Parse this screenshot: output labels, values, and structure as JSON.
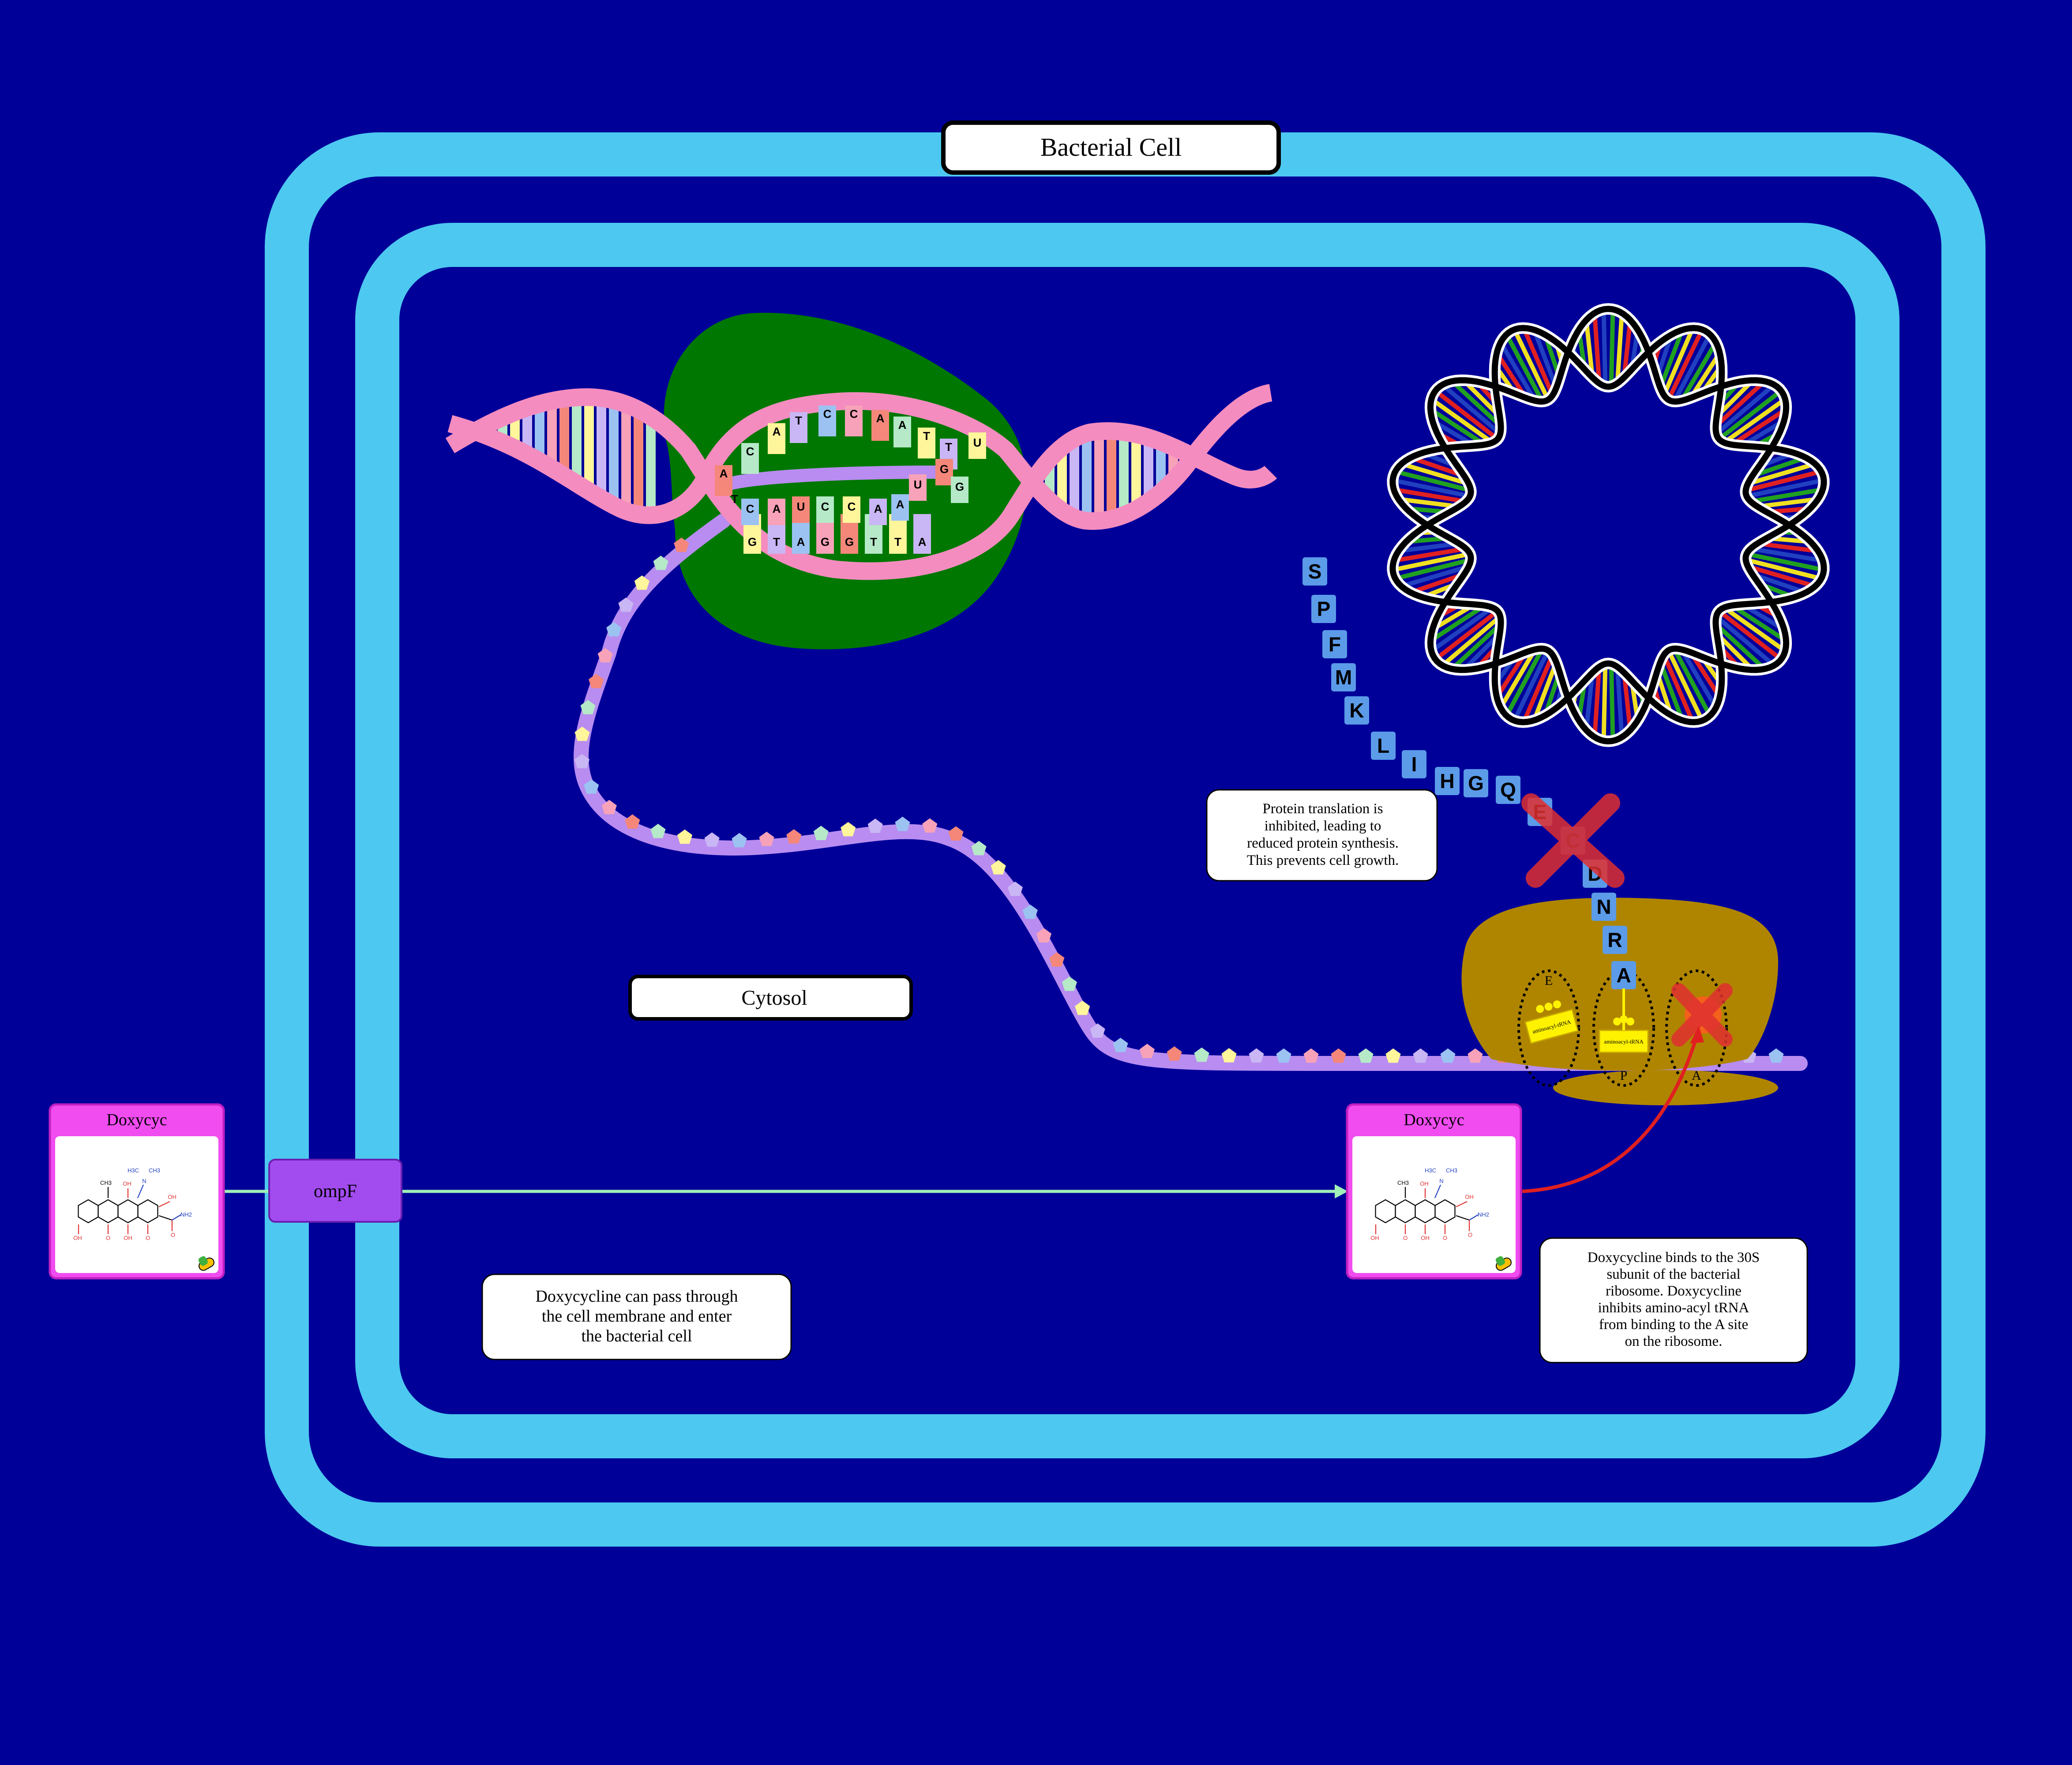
{
  "title": "Bacterial Cell",
  "compartment_label": "Cytosol",
  "transporter_label": "ompF",
  "drug_outside": {
    "label": "Doxycyc"
  },
  "drug_inside": {
    "label": "Doxycyc"
  },
  "notes": {
    "entry": [
      "Doxycycline can pass through",
      "the cell membrane and enter",
      "the bacterial cell"
    ],
    "translation": [
      "Protein translation is",
      "inhibited, leading to",
      "reduced protein synthesis.",
      "This prevents cell growth."
    ],
    "binding": [
      "Doxycycline binds to the 30S",
      "subunit of the bacterial",
      "ribosome. Doxycycline",
      "inhibits amino-acyl tRNA",
      "from binding to the A site",
      "on the ribosome."
    ]
  },
  "ribosome_sites": [
    "E",
    "P",
    "A"
  ],
  "trna_label": "aminoacyl-tRNA",
  "peptide_chain": [
    "A",
    "R",
    "N",
    "D",
    "C",
    "E",
    "Q",
    "G",
    "H",
    "I",
    "L",
    "K",
    "M",
    "F",
    "P",
    "S"
  ],
  "transcription_bubble": {
    "template_top": [
      "A",
      "C",
      "A",
      "T",
      "C",
      "C",
      "A",
      "A",
      "T",
      "T"
    ],
    "coding_bottom": [
      "G",
      "T",
      "A",
      "G",
      "G",
      "T",
      "T",
      "A"
    ],
    "rna_inner": [
      "C",
      "A",
      "U",
      "C",
      "C",
      "A",
      "A",
      "U",
      "G",
      "G",
      "U"
    ],
    "rna_tail": [
      "T"
    ]
  },
  "colors": {
    "background": "#000099",
    "membrane": "#4DC8F0",
    "dna_strand": "#F48CBF",
    "mrna": "#B88CF0",
    "nucleoid": "#007700",
    "ribosome": "#AF8500",
    "peptide": "#5B9BE8",
    "drug_box": "#F04CF0",
    "transporter": "#A24CF0",
    "arrow": "#A0F0B8",
    "inhibition": "#E03030"
  }
}
